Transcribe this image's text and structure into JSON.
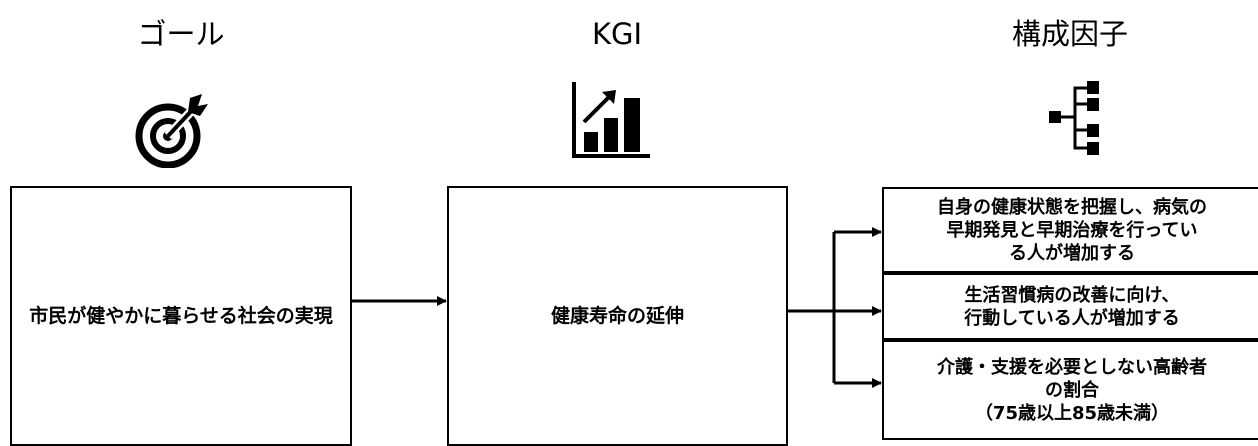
{
  "headers": {
    "goal": "ゴール",
    "kgi": "KGI",
    "factors": "構成因子"
  },
  "icons": {
    "goal": "target-dart-icon",
    "kgi": "bar-chart-trend-icon",
    "factors": "tree-structure-icon"
  },
  "goal_box": {
    "text": "市民が健やかに暮らせる社会の実現"
  },
  "kgi_box": {
    "text": "健康寿命の延伸"
  },
  "factors": [
    {
      "text": "自身の健康状態を把握し、病気の\n早期発見と早期治療を行ってい\nる人が増加する"
    },
    {
      "text": "生活習慣病の改善に向け、\n行動している人が増加する"
    },
    {
      "text": "介護・支援を必要としない高齢者\nの割合\n（75歳以上85歳未満）"
    }
  ]
}
